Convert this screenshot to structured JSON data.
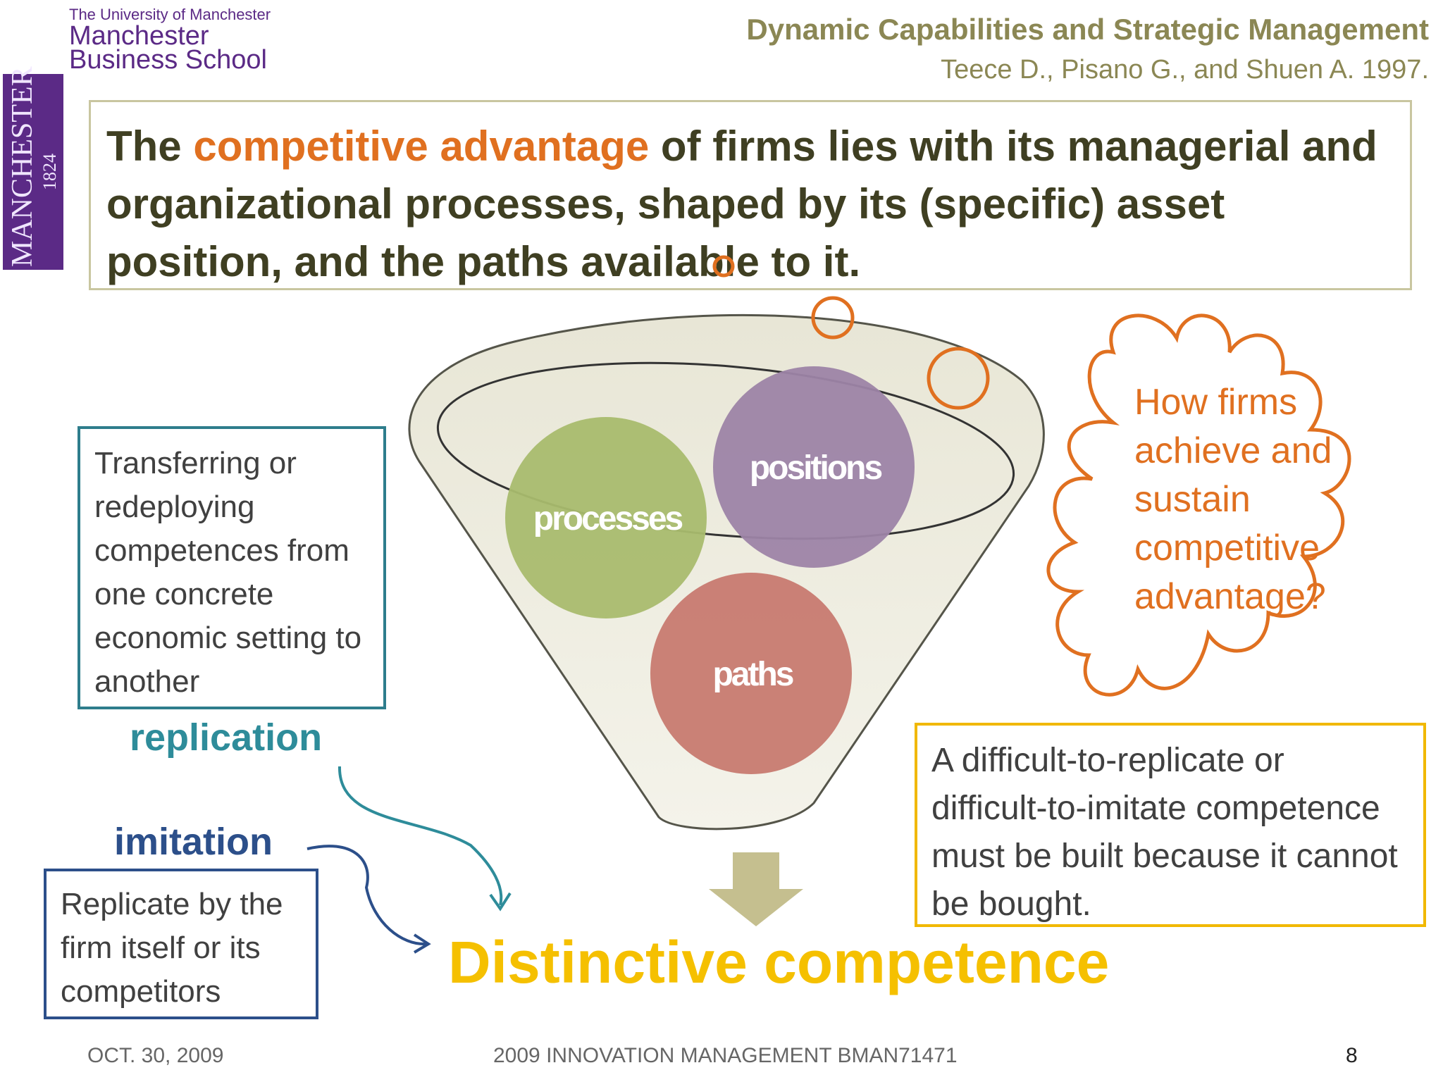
{
  "header": {
    "university": "The University of Manchester",
    "school_line1": "Manchester",
    "school_line2": "Business School",
    "side_logo_name": "MANCHESTER",
    "side_logo_year": "1824"
  },
  "title": {
    "main": "Dynamic Capabilities and Strategic Management",
    "reference": "Teece D., Pisano G., and Shuen A. 1997."
  },
  "statement": {
    "part1": "The ",
    "highlight": "competitive advantage",
    "part2": " of firms lies with its managerial and organizational processes, shaped by its (specific) asset position, and the paths available to it."
  },
  "funnel": {
    "circles": [
      {
        "label": "processes",
        "color": "#a9bc6e"
      },
      {
        "label": "positions",
        "color": "#9d84a6"
      },
      {
        "label": "paths",
        "color": "#c77a70"
      }
    ]
  },
  "cloud": {
    "text": "How firms achieve and sustain competitive advantage?"
  },
  "replication": {
    "label": "replication",
    "description": "Transferring or redeploying competences from one concrete economic setting to another"
  },
  "imitation": {
    "label": "imitation",
    "description": "Replicate by the firm itself or its competitors"
  },
  "outcome": {
    "label": "Distinctive competence",
    "note": "A difficult-to-replicate or difficult-to-imitate competence must be built because it cannot be bought."
  },
  "footer": {
    "date": "OCT. 30, 2009",
    "course": "2009  INNOVATION MANAGEMENT BMAN71471",
    "page": "8"
  },
  "colors": {
    "purple": "#5b2a86",
    "olive": "#8b8754",
    "orange": "#e07020",
    "teal": "#2e8c9a",
    "blue": "#2c4f8a",
    "gold": "#f5c000"
  }
}
